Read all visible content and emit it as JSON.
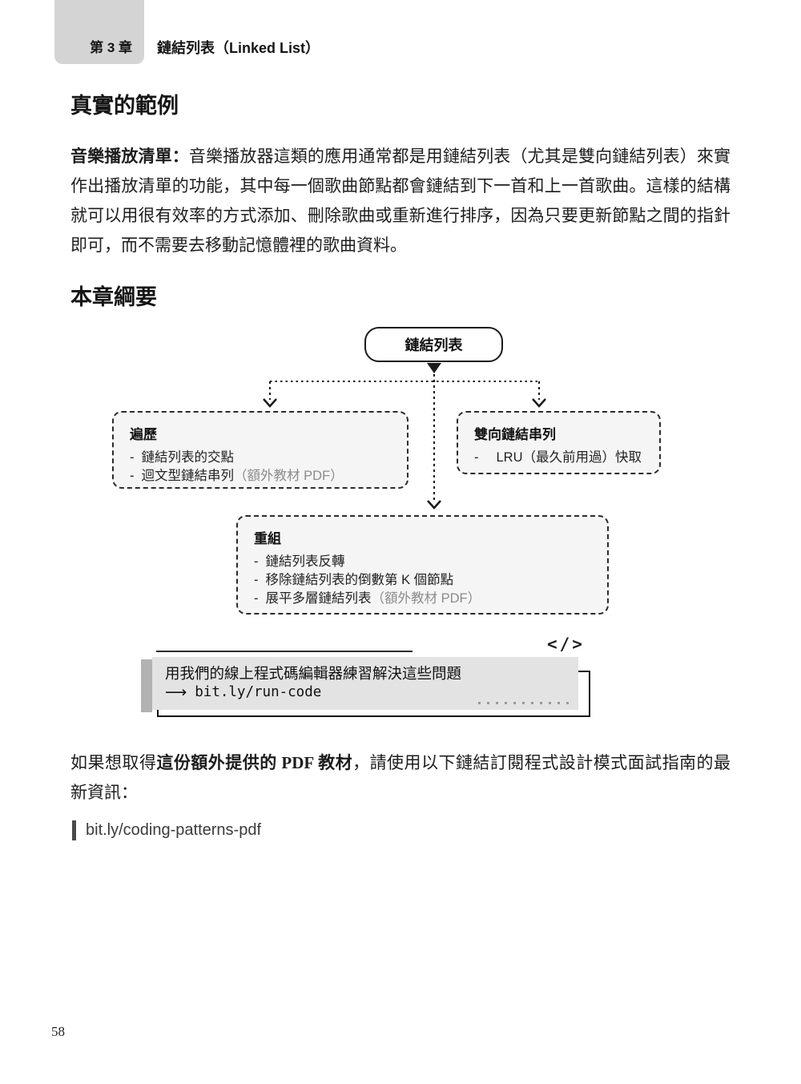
{
  "page": {
    "chapter_label": "第 3 章",
    "chapter_title": "鏈結列表（Linked List）",
    "page_number": "58"
  },
  "section_examples": {
    "heading": "真實的範例",
    "lead": "音樂播放清單：",
    "body": "音樂播放器這類的應用通常都是用鏈結列表（尤其是雙向鏈結列表）來實作出播放清單的功能，其中每一個歌曲節點都會鏈結到下一首和上一首歌曲。這樣的結構就可以用很有效率的方式添加、刪除歌曲或重新進行排序，因為只要更新節點之間的指針即可，而不需要去移動記憶體裡的歌曲資料。"
  },
  "section_outline": {
    "heading": "本章綱要"
  },
  "diagram": {
    "root": "鏈結列表",
    "bullet": "-",
    "nodes": [
      {
        "title": "遍歷",
        "items": [
          {
            "text": "鏈結列表的交點",
            "note": ""
          },
          {
            "text": "迴文型鏈結串列",
            "note": "（額外教材 PDF）"
          }
        ]
      },
      {
        "title": "雙向鏈結串列",
        "items": [
          {
            "text": "LRU（最久前用過）快取",
            "note": ""
          }
        ]
      },
      {
        "title": "重組",
        "items": [
          {
            "text": "鏈結列表反轉",
            "note": ""
          },
          {
            "text": "移除鏈結列表的倒數第 K 個節點",
            "note": ""
          },
          {
            "text": "展平多層鏈結列表",
            "note": "（額外教材 PDF）"
          }
        ]
      }
    ]
  },
  "callout": {
    "icon": "</>",
    "text": "用我們的線上程式碼編輯器練習解決這些問題",
    "arrow": "⟶",
    "link": "bit.ly/run-code"
  },
  "outro": {
    "pre": "如果想取得",
    "bold": "這份額外提供的 PDF 教材",
    "post": "，請使用以下鏈結訂閱程式設計模式面試指南的最新資訊：",
    "link": "bit.ly/coding-patterns-pdf"
  }
}
